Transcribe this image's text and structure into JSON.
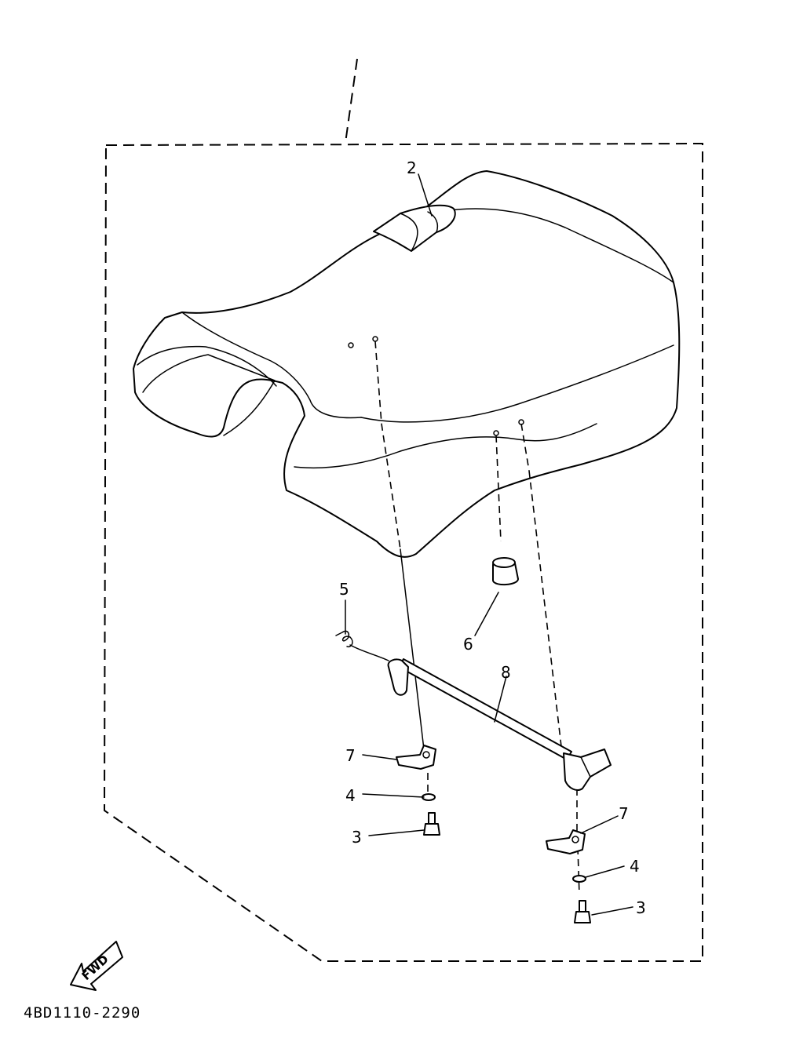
{
  "diagram": {
    "callouts": {
      "c2": "2",
      "c3a": "3",
      "c3b": "3",
      "c4a": "4",
      "c4b": "4",
      "c5": "5",
      "c6": "6",
      "c7a": "7",
      "c7b": "7",
      "c8": "8"
    },
    "fwd_label": "FWD",
    "figure_code": "4BD1110-2290"
  }
}
